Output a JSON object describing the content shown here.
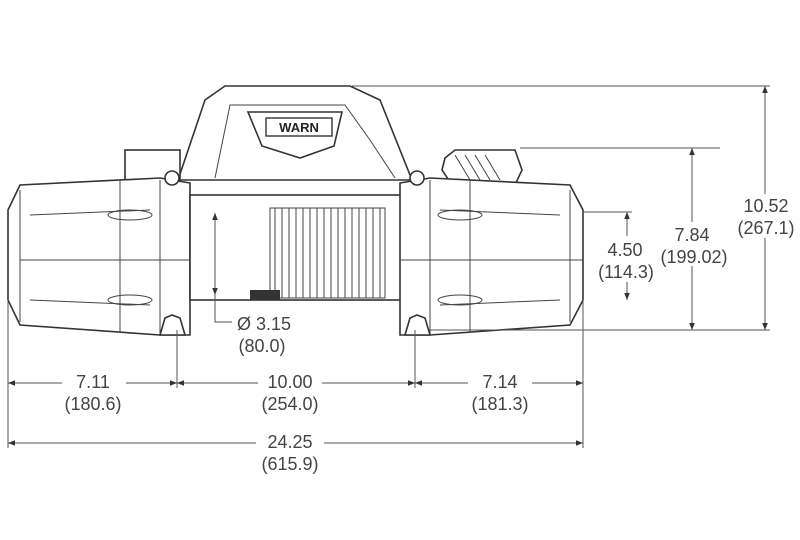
{
  "diagram": {
    "subject": "winch",
    "logo_text": "WARN",
    "colors": {
      "line": "#333333",
      "text": "#444444",
      "background": "#ffffff"
    },
    "dimensions": {
      "left_housing": {
        "inches": "7.11",
        "mm": "(180.6)"
      },
      "drum_length": {
        "inches": "10.00",
        "mm": "(254.0)"
      },
      "right_housing": {
        "inches": "7.14",
        "mm": "(181.3)"
      },
      "overall_length": {
        "inches": "24.25",
        "mm": "(615.9)"
      },
      "drum_diameter": {
        "inches": "Ø 3.15",
        "mm": "(80.0)"
      },
      "mount_height": {
        "inches": "4.50",
        "mm": "(114.3)"
      },
      "switch_height": {
        "inches": "7.84",
        "mm": "(199.02)"
      },
      "overall_height": {
        "inches": "10.52",
        "mm": "(267.1)"
      }
    }
  }
}
